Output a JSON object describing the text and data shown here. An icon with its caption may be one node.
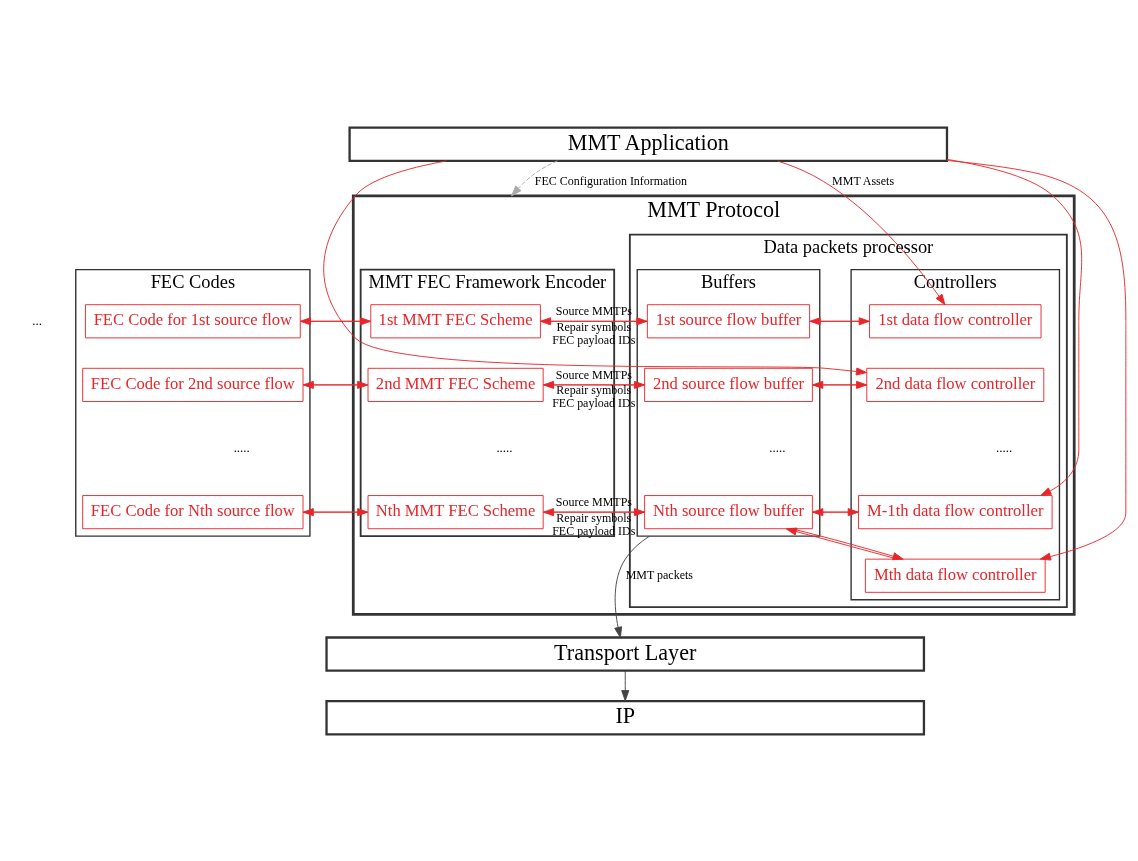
{
  "diagram": {
    "nodes": [
      {
        "text": [
          "MMT Application"
        ]
      },
      {
        "text": [
          "MMT Protocol"
        ]
      },
      {
        "text": [
          "Data packets processor"
        ],
        "in": 1
      },
      {
        "text": [
          "Controllers"
        ],
        "in": 2
      },
      {
        "text": [
          "1st data flow controller"
        ],
        "in": 3
      },
      {
        "text": [
          "2nd data flow controller"
        ],
        "in": 3
      },
      {
        "text": [
          "M-1th data flow controller"
        ],
        "in": 3
      },
      {
        "text": [
          "Mth data flow controller"
        ],
        "in": 3
      },
      {
        "text": [
          "Buffers"
        ],
        "in": 2
      },
      {
        "text": [
          "1st source flow buffer"
        ],
        "in": 8
      },
      {
        "text": [
          "2nd source flow buffer"
        ],
        "in": 8
      },
      {
        "text": [
          "Nth source flow buffer"
        ],
        "in": 8
      },
      {
        "text": [
          "MMT FEC Framework Encoder"
        ],
        "in": 1
      },
      {
        "text": [
          "1st MMT FEC Scheme"
        ],
        "in": 12
      },
      {
        "text": [
          "2nd MMT FEC Scheme"
        ],
        "in": 12
      },
      {
        "text": [
          "Nth MMT FEC Scheme"
        ],
        "in": 12
      },
      {
        "text": [
          "FEC Codes"
        ]
      },
      {
        "text": [
          "FEC Code for 1st source flow"
        ],
        "in": 16
      },
      {
        "text": [
          "FEC Code for 2nd source flow"
        ],
        "in": 16
      },
      {
        "text": [
          "FEC Code for Nth source flow"
        ],
        "in": 16
      },
      {
        "text": [
          "Transport Layer"
        ]
      },
      {
        "text": [
          "IP"
        ]
      }
    ],
    "edges": [
      {
        "from": 0,
        "to": 4,
        "arrow": "to",
        "label": "MMT Assets"
      },
      {
        "from": 0,
        "to": 5,
        "arrow": "to"
      },
      {
        "from": 0,
        "to": 6,
        "arrow": "to"
      },
      {
        "from": 0,
        "to": 7,
        "arrow": "to"
      },
      {
        "from": 0,
        "to": 1,
        "arrow": "to",
        "label": "FEC Configuration Information",
        "style": "dashed",
        "color": "#aaaaaa"
      },
      {
        "from": 4,
        "to": 9,
        "arrow": "to"
      },
      {
        "from": 9,
        "to": 4,
        "arrow": "to"
      },
      {
        "from": 5,
        "to": 10,
        "arrow": "to"
      },
      {
        "from": 10,
        "to": 5,
        "arrow": "to"
      },
      {
        "from": 6,
        "to": 11,
        "arrow": "to"
      },
      {
        "from": 11,
        "to": 6,
        "arrow": "to"
      },
      {
        "from": 7,
        "to": 11,
        "arrow": "to"
      },
      {
        "from": 11,
        "to": 7,
        "arrow": "to"
      },
      {
        "from": 9,
        "to": 13,
        "arrow": "to",
        "label": "Source MMTPs"
      },
      {
        "from": 13,
        "to": 9,
        "arrow": "to",
        "label": "Repair symbols FEC payload IDs"
      },
      {
        "from": 10,
        "to": 14,
        "arrow": "to",
        "label": "Source MMTPs"
      },
      {
        "from": 14,
        "to": 10,
        "arrow": "to",
        "label": "Repair symbols FEC payload IDs"
      },
      {
        "from": 11,
        "to": 15,
        "arrow": "to",
        "label": "Source MMTPs"
      },
      {
        "from": 15,
        "to": 11,
        "arrow": "to",
        "label": "Repair symbols FEC payload IDs"
      },
      {
        "from": 13,
        "to": 17,
        "arrow": "to"
      },
      {
        "from": 17,
        "to": 13,
        "arrow": "to"
      },
      {
        "from": 14,
        "to": 18,
        "arrow": "to"
      },
      {
        "from": 18,
        "to": 14,
        "arrow": "to"
      },
      {
        "from": 15,
        "to": 19,
        "arrow": "to"
      },
      {
        "from": 19,
        "to": 15,
        "arrow": "to"
      },
      {
        "from": 8,
        "to": 20,
        "arrow": "to",
        "label": "MMT packets",
        "color": "#444444"
      },
      {
        "from": 20,
        "to": 21,
        "arrow": "to",
        "color": "#444444"
      }
    ],
    "labels": [
      "...",
      ".....",
      ".....",
      ".....",
      "....."
    ]
  }
}
